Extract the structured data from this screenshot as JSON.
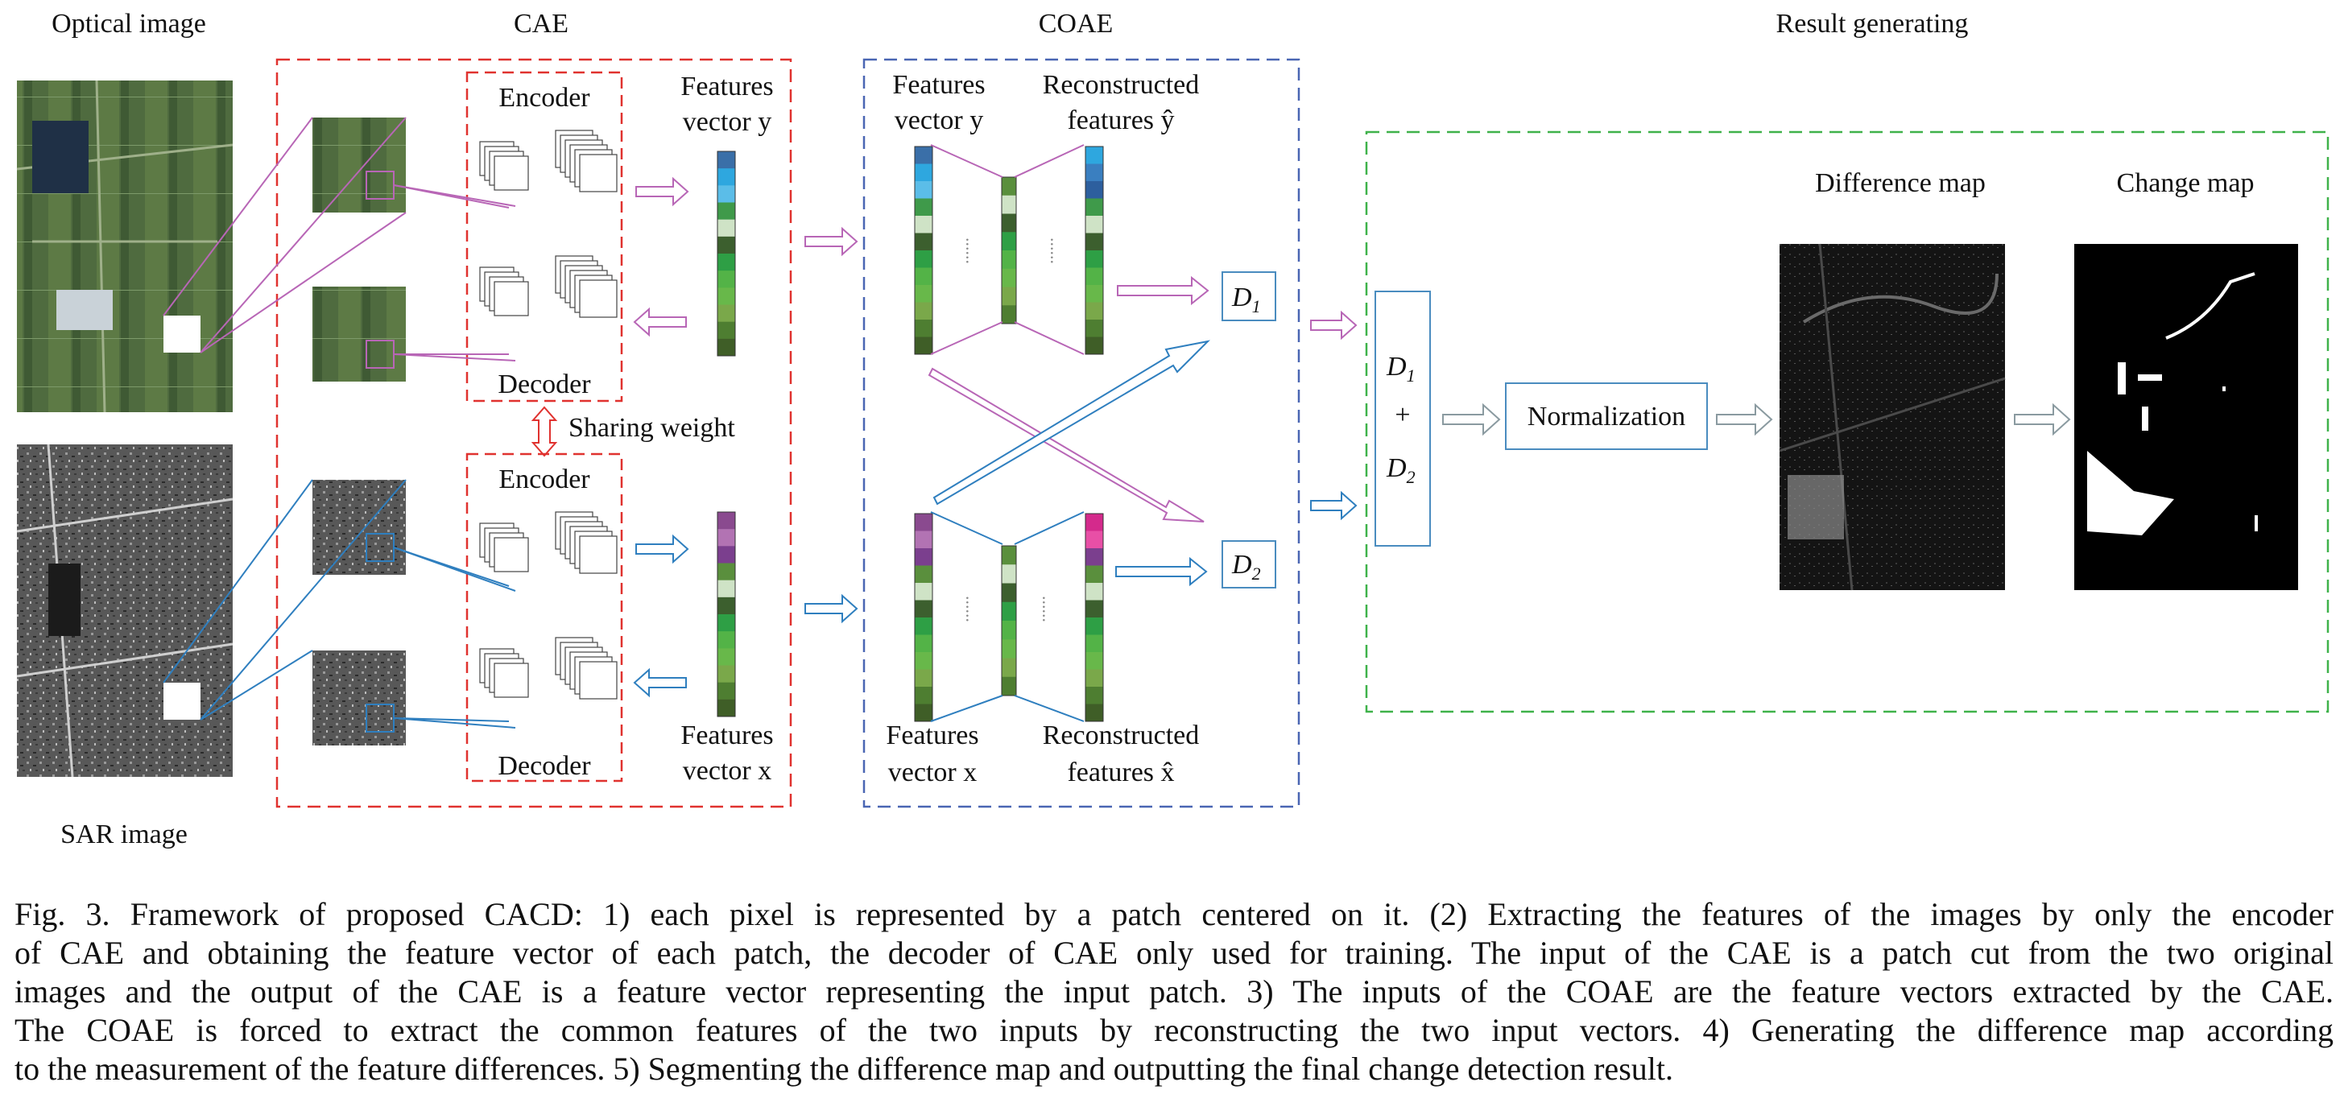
{
  "figure": {
    "columns": {
      "optical": "Optical image",
      "cae": "CAE",
      "coae": "COAE",
      "result": "Result generating"
    },
    "sar_label": "SAR image",
    "cae": {
      "encoder": "Encoder",
      "decoder": "Decoder",
      "sharing_weight": "Sharing weight",
      "fv_y": [
        "Features",
        "vector y"
      ],
      "fv_x": [
        "Features",
        "vector x"
      ]
    },
    "coae": {
      "fv_y": [
        "Features",
        "vector y"
      ],
      "rec_y": [
        "Reconstructed",
        "features ŷ"
      ],
      "fv_x": [
        "Features",
        "vector x"
      ],
      "rec_x": [
        "Reconstructed",
        "features x̂"
      ],
      "d1": "D",
      "d1_sub": "1",
      "d2": "D",
      "d2_sub": "2"
    },
    "result": {
      "sum_d1": "D",
      "sum_d1_sub": "1",
      "plus": "+",
      "sum_d2": "D",
      "sum_d2_sub": "2",
      "normalization": "Normalization",
      "difference_map": "Difference map",
      "change_map": "Change map"
    },
    "colors": {
      "cae_box": "#e0322f",
      "coae_box": "#4a66b3",
      "result_box": "#3fb24a",
      "optical_branch": "#b866b6",
      "sar_branch": "#2f7fbf",
      "output_arrow": "#8a9aa0"
    },
    "vector_colors": {
      "y_input": [
        "#3a6fa8",
        "#2ea7df",
        "#5bbde8",
        "#3f9a4a",
        "#cfe3c6",
        "#3c5f2e",
        "#2e9f45",
        "#53b347",
        "#68b84a",
        "#7aa84a",
        "#4e7e31",
        "#3f5e27"
      ],
      "x_input": [
        "#8a4a8f",
        "#b273b3",
        "#7b3f8e",
        "#5a8f3d",
        "#cfe3c6",
        "#3c5f2e",
        "#2e9f45",
        "#53b347",
        "#68b84a",
        "#7aa84a",
        "#4e7e31",
        "#3f5e27"
      ],
      "y_feature": [
        "#3a6fa8",
        "#2ea7df",
        "#5bbde8",
        "#3f9a4a",
        "#cfe3c6",
        "#3c5f2e",
        "#2e9f45",
        "#53b347",
        "#68b84a",
        "#7aa84a",
        "#4e7e31",
        "#3f5e27"
      ],
      "x_feature": [
        "#8a4a8f",
        "#b273b3",
        "#7b3f8e",
        "#5a8f3d",
        "#cfe3c6",
        "#3c5f2e",
        "#2e9f45",
        "#53b347",
        "#68b84a",
        "#7aa84a",
        "#4e7e31",
        "#3f5e27"
      ],
      "y_recon": [
        "#2ea7df",
        "#3a7fc0",
        "#2d5f9e",
        "#3f9a4a",
        "#cfe3c6",
        "#3c5f2e",
        "#2e9f45",
        "#53b347",
        "#68b84a",
        "#7aa84a",
        "#4e7e31",
        "#3f5e27"
      ],
      "x_recon": [
        "#d42a8c",
        "#e84fa6",
        "#7b3f8e",
        "#5a8f3d",
        "#cfe3c6",
        "#3c5f2e",
        "#2e9f45",
        "#53b347",
        "#68b84a",
        "#7aa84a",
        "#4e7e31",
        "#3f5e27"
      ],
      "mid": [
        "#5a8f3d",
        "#cfe3c6",
        "#3c5f2e",
        "#2e9f45",
        "#53b347",
        "#68b84a",
        "#7aa84a",
        "#4e7e31"
      ]
    }
  },
  "caption": {
    "lines": [
      "Fig. 3.   Framework of proposed CACD: 1) each pixel is represented by a patch centered on it. (2) Extracting the features of the images by only the encoder",
      "of CAE and obtaining the feature vector of each patch, the decoder of CAE only used for training. The input of the CAE is a patch cut from the two original",
      "images and the output of the CAE is a feature vector representing the input patch. 3) The inputs of the COAE are the feature vectors extracted by the CAE.",
      "The COAE is forced to extract the common features of the two inputs by reconstructing the two input vectors. 4) Generating the difference map according",
      "to the measurement of the feature differences. 5) Segmenting the difference map and outputting the final change detection result."
    ]
  }
}
